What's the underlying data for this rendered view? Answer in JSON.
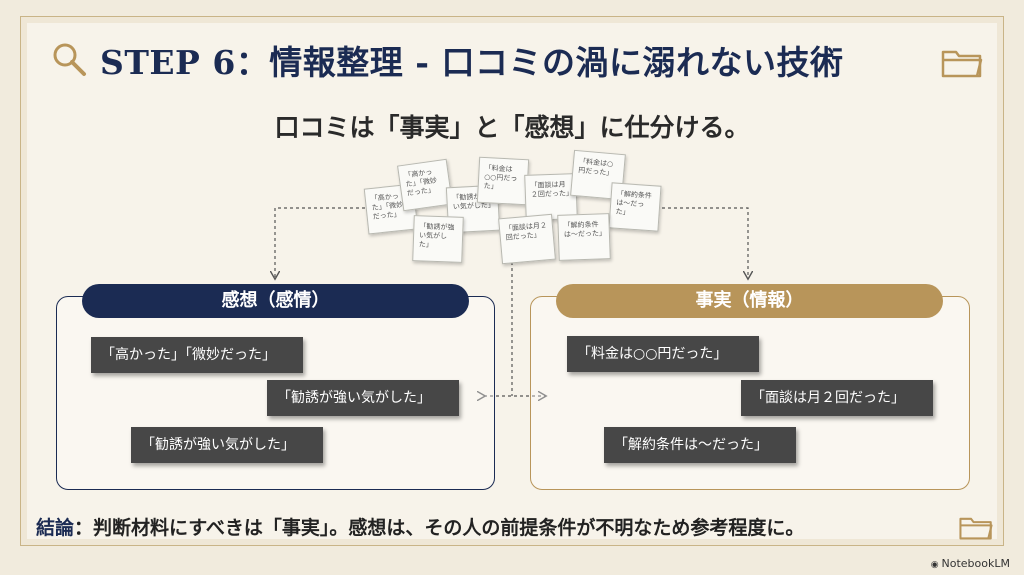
{
  "title": "STEP 6：情報整理 - 口コミの渦に溺れない技術",
  "subtitle": "口コミは「事実」と「感想」に仕分ける。",
  "notes": [
    "「高かった」「微妙だった」",
    "「高かった」「微妙だった」",
    "「勧誘が強い気がした」",
    "「勧誘が強い気がした」",
    "「料金は○○円だった」",
    "「面談は月２回だった」",
    "「面談は月２回だった」",
    "「料金は○円だった」",
    "「解約条件は〜だった」",
    "「解約条件は〜だった」"
  ],
  "left_panel": {
    "header": "感想（感情）",
    "items": [
      "「高かった」「微妙だった」",
      "「勧誘が強い気がした」",
      "「勧誘が強い気がした」"
    ]
  },
  "right_panel": {
    "header": "事実（情報）",
    "items": [
      "「料金は○○円だった」",
      "「面談は月２回だった」",
      "「解約条件は〜だった」"
    ]
  },
  "conclusion": {
    "label": "結論",
    "text": "：判断材料にすべきは「事実」。感想は、その人の前提条件が不明なため参考程度に。"
  },
  "brand": "NotebookLM",
  "colors": {
    "navy": "#1b2b53",
    "gold": "#b8955a",
    "chip": "#474747"
  }
}
